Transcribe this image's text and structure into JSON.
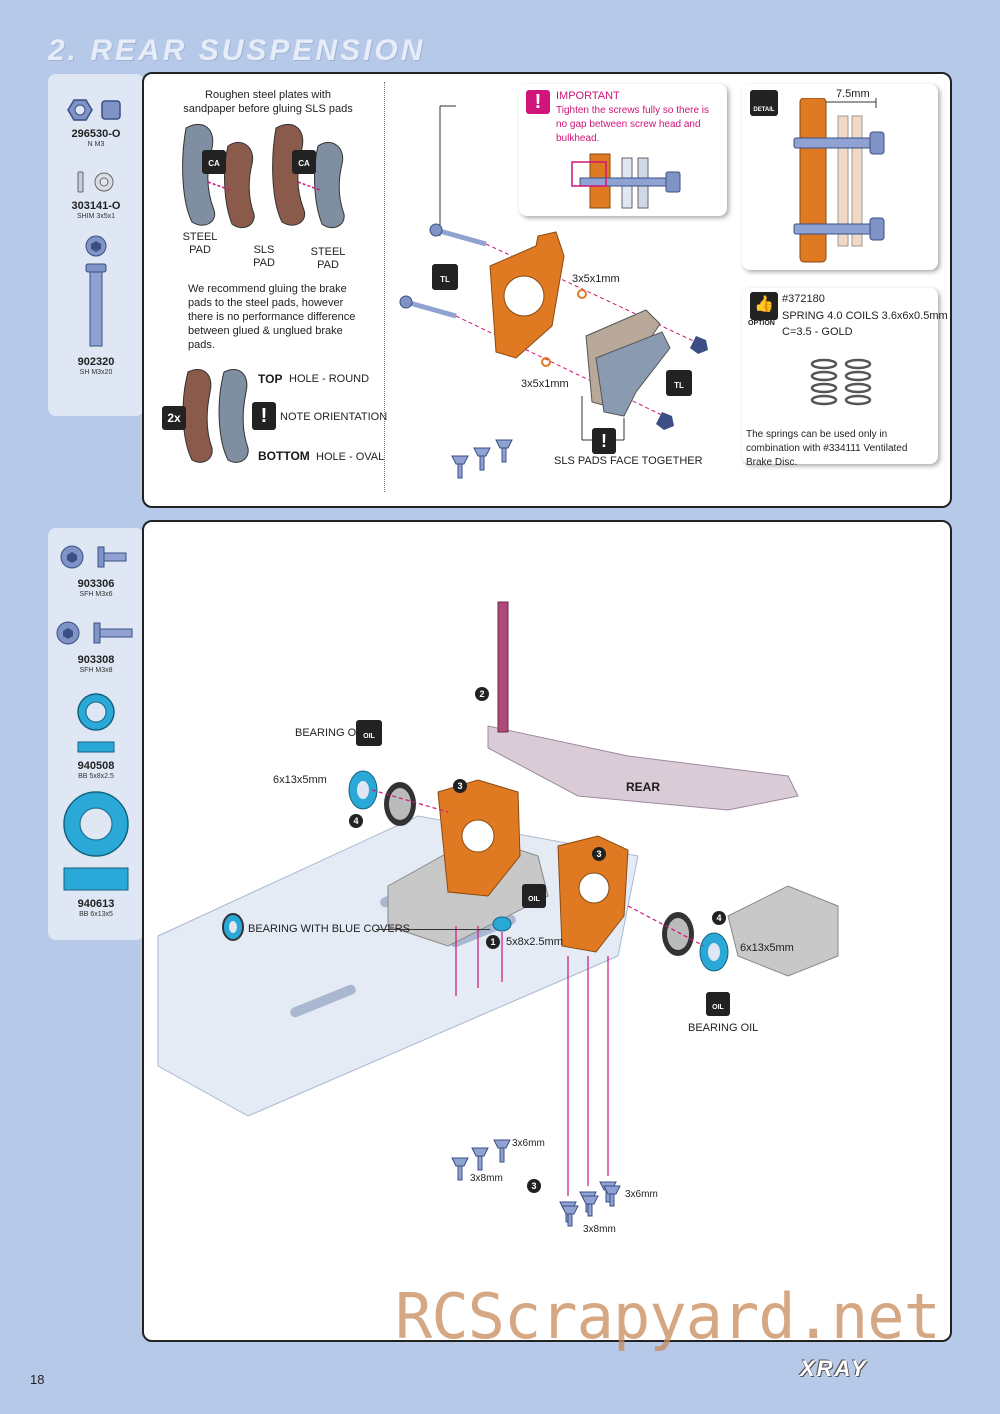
{
  "page": {
    "section_title": "2. REAR SUSPENSION",
    "page_number": "18",
    "logo": "XRAY",
    "watermark": "RCScrapyard.net"
  },
  "parts_top": [
    {
      "num": "296530-O",
      "desc": "N M3"
    },
    {
      "num": "303141-O",
      "desc": "SHIM 3x5x1"
    },
    {
      "num": "902320",
      "desc": "SH M3x20"
    }
  ],
  "parts_bottom": [
    {
      "num": "903306",
      "desc": "SFH M3x6"
    },
    {
      "num": "903308",
      "desc": "SFH M3x8"
    },
    {
      "num": "940508",
      "desc": "BB 5x8x2.5"
    },
    {
      "num": "940613",
      "desc": "BB 6x13x5"
    }
  ],
  "brake": {
    "roughen_note": "Roughen steel plates with sandpaper before gluing SLS pads",
    "steel_pad": "STEEL PAD",
    "sls_pad": "SLS PAD",
    "ca_badge": "CA",
    "recommend_note": "We recommend gluing the brake pads to the steel pads, however there is no performance difference between glued & unglued brake pads.",
    "qty_badge": "2x",
    "top_label": "TOP",
    "top_desc": "HOLE - ROUND",
    "orientation_note": "NOTE ORIENTATION",
    "bottom_label": "BOTTOM",
    "bottom_desc": "HOLE - OVAL"
  },
  "assembly_top": {
    "important_title": "IMPORTANT",
    "important_text": "Tighten the screws fully so there is no gap between screw head and bulkhead.",
    "tl_badge": "TL",
    "shim_a": "3x5x1mm",
    "shim_b": "3x5x1mm",
    "sls_note": "SLS PADS FACE TOGETHER"
  },
  "detail": {
    "badge": "DETAIL",
    "dimension": "7.5mm"
  },
  "option": {
    "badge": "OPTION",
    "part": "#372180",
    "name": "SPRING 4.0 COILS 3.6x6x0.5mm",
    "rate": "C=3.5 - GOLD",
    "note": "The springs can be used only in combination with #334111 Ventilated Brake Disc."
  },
  "main": {
    "bearing_oil_1": "BEARING OIL",
    "bearing_oil_2": "BEARING OIL",
    "oil_badge": "OIL",
    "bearing_left": "6x13x5mm",
    "bearing_right": "6x13x5mm",
    "blue_covers": "BEARING WITH BLUE COVERS",
    "small_bearing": "5x8x2.5mm",
    "rear_label": "REAR",
    "screw_6_a": "3x6mm",
    "screw_8_a": "3x8mm",
    "screw_6_b": "3x6mm",
    "screw_8_b": "3x8mm",
    "step1": "1",
    "step2": "2",
    "step3": "3",
    "step4": "4"
  },
  "colors": {
    "background": "#b7c9e8",
    "accent": "#d0157a",
    "orange": "#e07a22"
  }
}
